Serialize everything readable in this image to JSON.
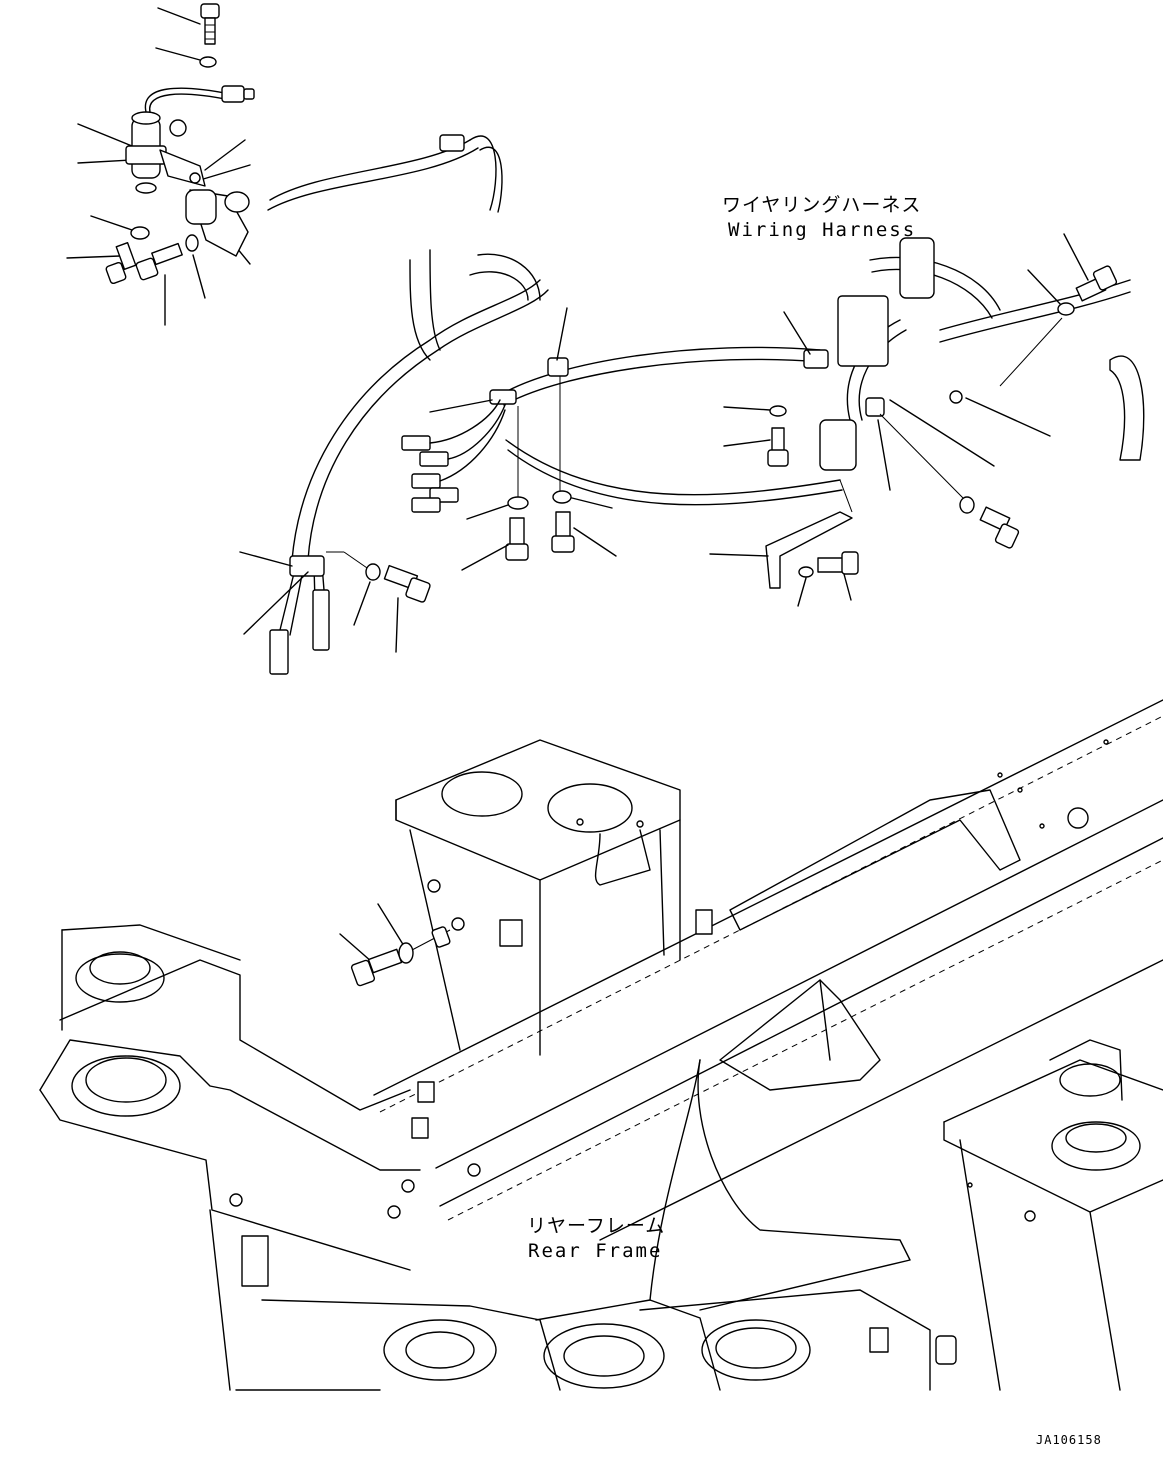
{
  "labels": {
    "wiring_harness_jp": "ワイヤリングハーネス",
    "wiring_harness_en": "Wiring Harness",
    "rear_frame_jp": "リヤーフレーム",
    "rear_frame_en": "Rear Frame"
  },
  "drawing_code": "JA106158"
}
